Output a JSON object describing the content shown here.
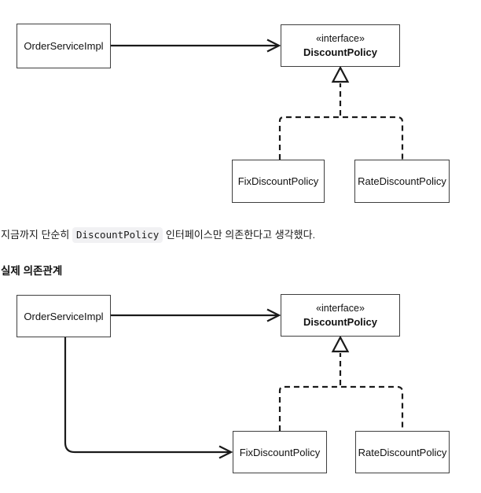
{
  "diagram_top": {
    "name": "expected-dependency-diagram",
    "order_service_label": "OrderServiceImpl",
    "interface_stereotype": "«interface»",
    "interface_name": "DiscountPolicy",
    "fix_label": "FixDiscountPolicy",
    "rate_label": "RateDiscountPolicy"
  },
  "paragraph": {
    "before_code": "지금까지 단순히 ",
    "code": "DiscountPolicy",
    "after_code": " 인터페이스만 의존한다고 생각했다."
  },
  "heading": {
    "text": "실제 의존관계"
  },
  "diagram_bottom": {
    "name": "actual-dependency-diagram",
    "order_service_label": "OrderServiceImpl",
    "interface_stereotype": "«interface»",
    "interface_name": "DiscountPolicy",
    "fix_label": "FixDiscountPolicy",
    "rate_label": "RateDiscountPolicy"
  },
  "colors": {
    "line": "#1a1a1a",
    "box_border": "#3f3f3f",
    "code_background": "#f1f1f3"
  }
}
